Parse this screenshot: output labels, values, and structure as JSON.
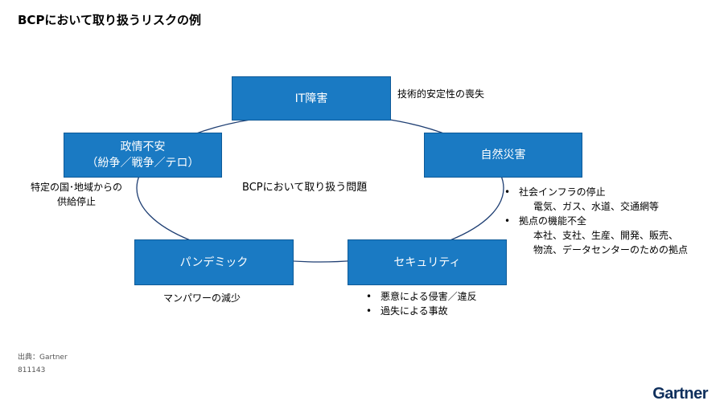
{
  "title": "BCPにおいて取り扱うリスクの例",
  "center_label": "BCPにおいて取り扱う問題",
  "risks": {
    "it": {
      "label": "IT障害"
    },
    "political": {
      "line1": "政情不安",
      "line2": "（紛争／戦争／テロ）"
    },
    "disaster": {
      "label": "自然災害"
    },
    "pandemic": {
      "label": "パンデミック"
    },
    "security": {
      "label": "セキュリティ"
    }
  },
  "notes": {
    "it": "技術的安定性の喪失",
    "political": [
      "特定の国･地域からの",
      "供給停止"
    ],
    "pandemic": "マンパワーの減少",
    "disaster": {
      "items": [
        {
          "bullet": "•",
          "text": "社会インフラの停止",
          "sub": [
            "電気、ガス、水道、交通網等"
          ]
        },
        {
          "bullet": "•",
          "text": "拠点の機能不全",
          "sub": [
            "本社、支社、生産、開発、販売、",
            "物流、データセンターのための拠点"
          ]
        }
      ]
    },
    "security": {
      "items": [
        {
          "bullet": "•",
          "text": "悪意による侵害／違反"
        },
        {
          "bullet": "•",
          "text": "過失による事故"
        }
      ]
    }
  },
  "footer": {
    "source": "出典：Gartner",
    "code": "811143"
  },
  "logo": "Gartner",
  "colors": {
    "box": "#1a7ac3",
    "box_text": "#ffffff",
    "ring": "#1f3f73"
  }
}
